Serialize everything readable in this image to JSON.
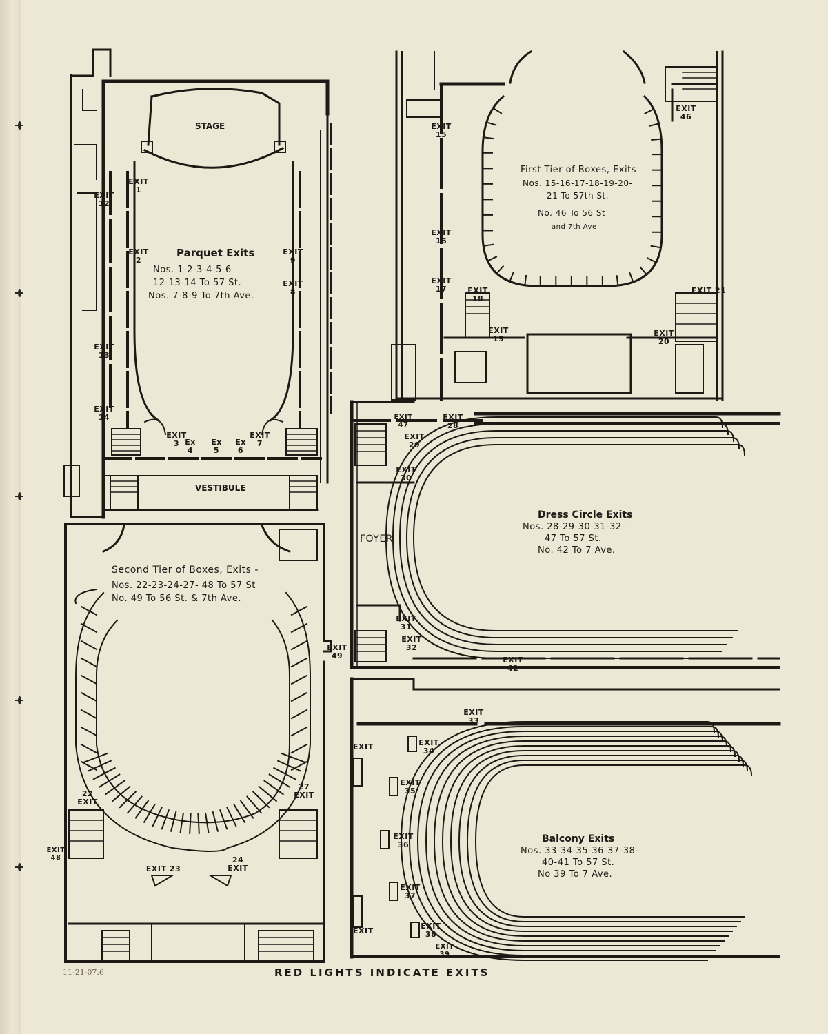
{
  "parquet": {
    "stage": "STAGE",
    "vestibule": "VESTIBULE",
    "title": "Parquet Exits",
    "lines": [
      "Nos. 1-2-3-4-5-6",
      "12-13-14 To 57 St.",
      "Nos. 7-8-9 To 7th Ave."
    ],
    "exits": [
      "EXIT 1",
      "EXIT 2",
      "EXIT 9",
      "EXIT 8",
      "EXIT 12",
      "EXIT 13",
      "EXIT 14",
      "EXIT 3",
      "Ex 4",
      "Ex 5",
      "Ex 6",
      "EXIT 7"
    ]
  },
  "first_tier": {
    "title": "First Tier of Boxes, Exits",
    "lines": [
      "Nos. 15-16-17-18-19-20-",
      "21 To 57th St.",
      "No. 46 To 56 St",
      "and 7th Ave"
    ],
    "exits": [
      "EXIT 15",
      "EXIT 16",
      "EXIT 17",
      "EXIT 18",
      "EXIT 19",
      "EXIT 46",
      "EXIT 21",
      "EXIT 20"
    ]
  },
  "dress_circle": {
    "title": "Dress Circle Exits",
    "foyer": "FOYER",
    "lines": [
      "Nos. 28-29-30-31-32-",
      "47 To 57 St.",
      "No. 42 To 7 Ave."
    ],
    "exits": [
      "EXIT 47",
      "EXIT 28",
      "EXIT 29",
      "EXIT 30",
      "EXIT 31",
      "EXIT 32",
      "EXIT 42"
    ]
  },
  "second_tier": {
    "title": "Second Tier of Boxes, Exits -",
    "lines": [
      "Nos. 22-23-24-27- 48 To 57 St",
      "No. 49 To 56 St. & 7th Ave."
    ],
    "exits": [
      "22 EXIT",
      "27 EXIT",
      "EXIT 48",
      "EXIT 23",
      "24 EXIT",
      "EXIT 49"
    ]
  },
  "balcony": {
    "title": "Balcony Exits",
    "lines": [
      "Nos. 33-34-35-36-37-38-",
      "40-41 To 57 St.",
      "No 39 To 7 Ave."
    ],
    "exits": [
      "EXIT 33",
      "EXIT",
      "EXIT 34",
      "EXIT 35",
      "EXIT 36",
      "EXIT 37",
      "EXIT 38",
      "EXIT 39",
      "EXIT"
    ]
  },
  "caption": "RED LIGHTS INDICATE EXITS",
  "handwritten_note": "11-21-07.6",
  "colors": {
    "paper": "#ede7d6",
    "ink": "#1d1a16"
  }
}
